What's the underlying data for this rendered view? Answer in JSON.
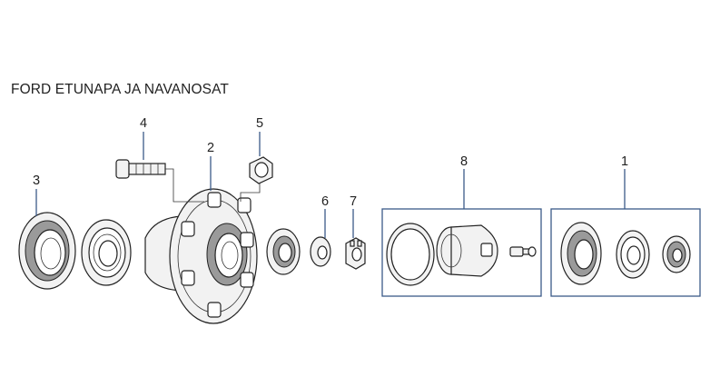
{
  "title": "FORD ETUNAPA JA NAVANOSAT",
  "callouts": {
    "c1": "1",
    "c2": "2",
    "c3": "3",
    "c4": "4",
    "c5": "5",
    "c6": "6",
    "c7": "7",
    "c8": "8"
  },
  "colors": {
    "leader": "#3b5a88",
    "line": "#222222",
    "fill": "#f2f2f2"
  }
}
